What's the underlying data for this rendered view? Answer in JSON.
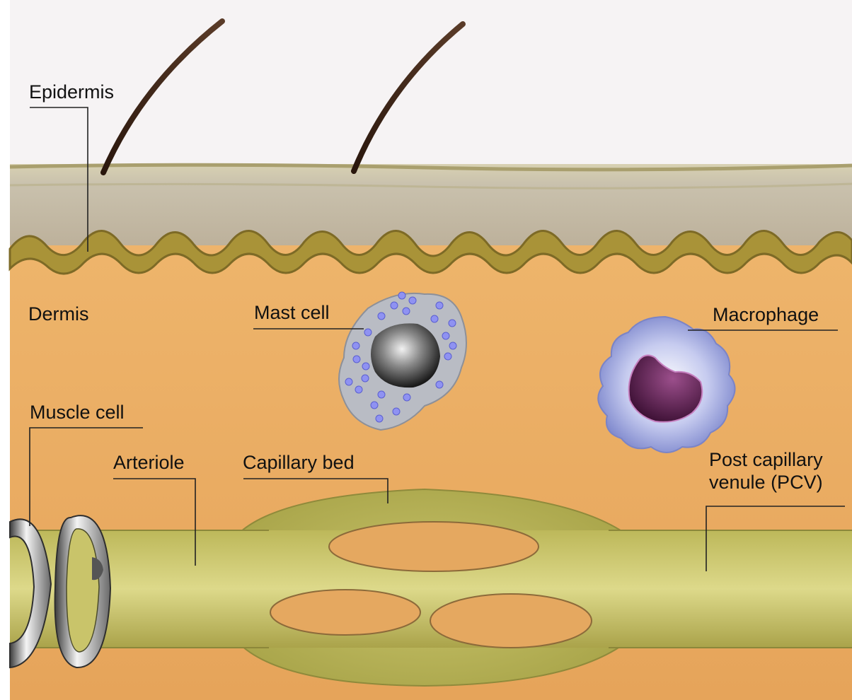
{
  "labels": {
    "epidermis": "Epidermis",
    "dermis": "Dermis",
    "mast_cell": "Mast cell",
    "macrophage": "Macrophage",
    "muscle_cell": "Muscle cell",
    "arteriole": "Arteriole",
    "capillary_bed": "Capillary bed",
    "pcv_line1": "Post capillary",
    "pcv_line2": "venule (PCV)"
  },
  "colors": {
    "sky": "#f6f3f4",
    "epidermis": "#cfc3ad",
    "basal_layer": "#a89236",
    "dermis": "#e9ad63",
    "vessel": "#c9c46a",
    "mast_cell_body": "#b9bcc4",
    "mast_granules": "#8f92f2",
    "macrophage_body": "#8e98d8",
    "macrophage_nucleus": "#5b1f4f",
    "muscle_ring": "#9a9a9a",
    "hair": "#3a2418"
  }
}
